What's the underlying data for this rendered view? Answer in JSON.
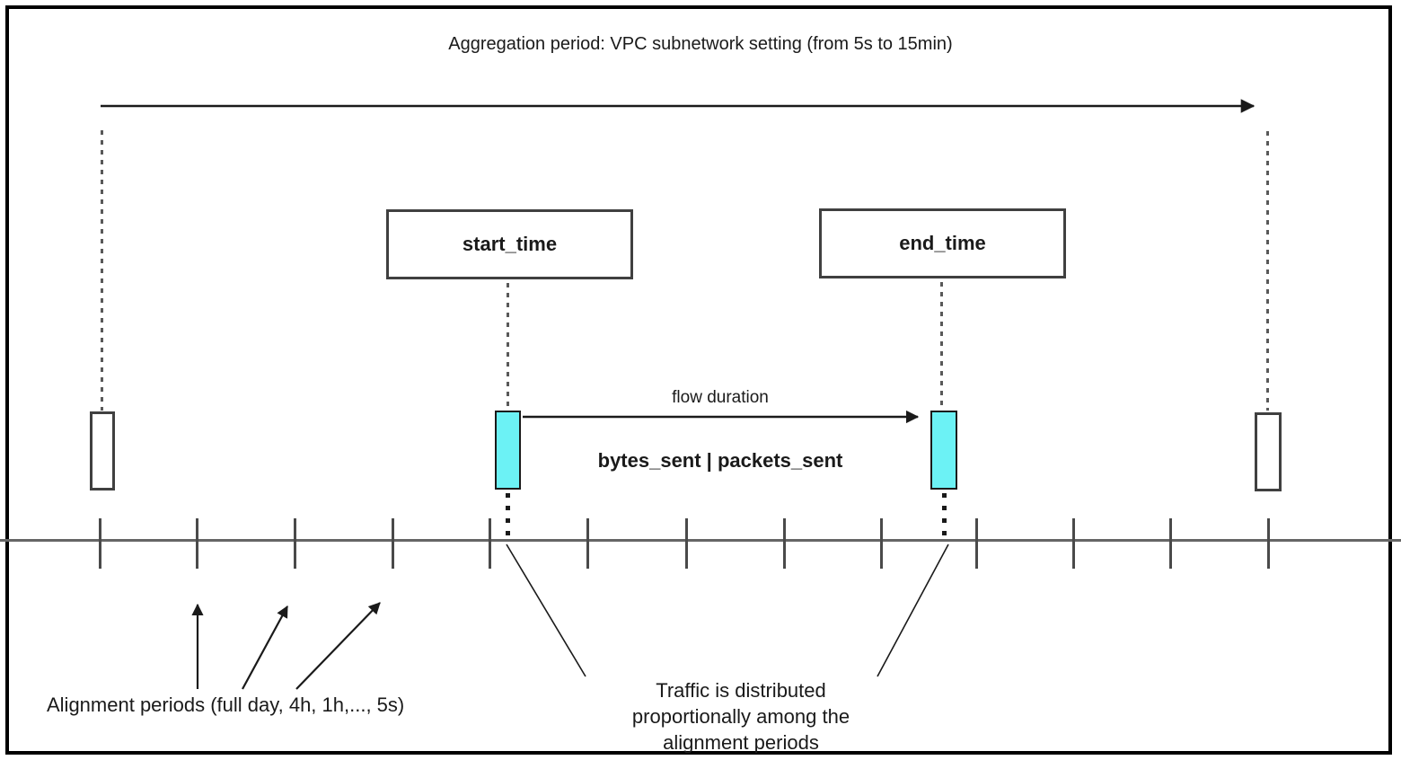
{
  "title": "Aggregation period: VPC subnetwork setting (from 5s to 15min)",
  "boxes": {
    "start_time_label": "start_time",
    "end_time_label": "end_time"
  },
  "flow": {
    "duration_label": "flow duration",
    "metrics_label": "bytes_sent | packets_sent"
  },
  "annotations": {
    "alignment_periods_label": "Alignment periods (full day, 4h, 1h,..., 5s)",
    "traffic_note": "Traffic is distributed\nproportionally among the\nalignment periods"
  },
  "timeline": {
    "ticks_x": [
      111,
      219,
      328,
      437,
      545,
      654,
      764,
      873,
      981,
      1087,
      1195,
      1303,
      1412
    ]
  },
  "colors": {
    "highlight": "#6cf2f5",
    "timeline": "#666666",
    "line": "#1a1a1a",
    "frame": "#000000"
  }
}
